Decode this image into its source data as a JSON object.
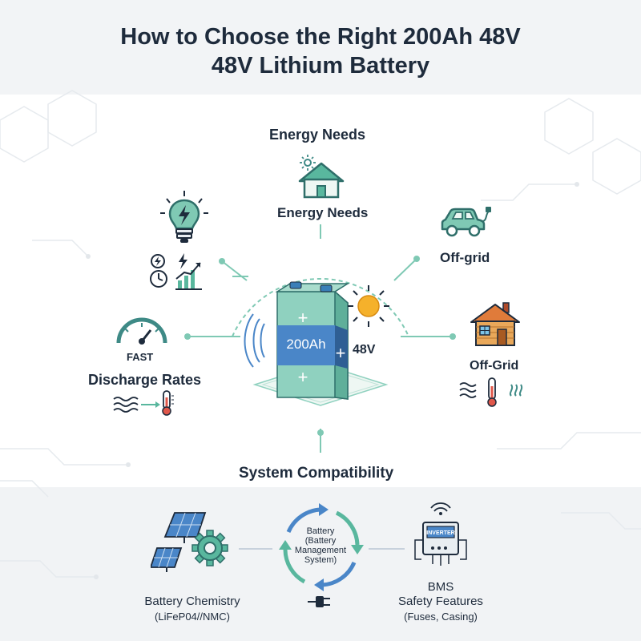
{
  "title": {
    "line1": "How to Choose the Right 200Ah 48V",
    "line2": "48V Lithium Battery"
  },
  "center": {
    "capacity": "200Ah",
    "voltage": "48V",
    "plus_symbol": "+"
  },
  "energy_needs": {
    "heading": "Energy Needs",
    "label": "Energy Needs"
  },
  "off_grid_vehicle": {
    "label": "Off-grid"
  },
  "off_grid_cabin": {
    "label": "Off-Grid"
  },
  "discharge": {
    "speed_label": "FAST",
    "label": "Discharge Rates"
  },
  "system_compatibility": {
    "heading": "System Compatibility"
  },
  "bms_cycle": {
    "line1": "Battery",
    "line2": "(Battery",
    "line3": "Management",
    "line4": "System)"
  },
  "inverter": {
    "screen_text": "INVERTER"
  },
  "battery_chemistry": {
    "label": "Battery Chemistry",
    "sub": "(LiFeP04//NMC)"
  },
  "bms_safety": {
    "line1": "BMS",
    "line2": "Safety Features",
    "line3": "(Fuses, Casing)"
  },
  "colors": {
    "navy": "#1e2b3c",
    "green": "#59b79e",
    "teal": "#3e8a86",
    "blue": "#4a86c8",
    "sun": "#f5b12b",
    "house_roof": "#e07b3a",
    "house_wall": "#e9a85a"
  }
}
